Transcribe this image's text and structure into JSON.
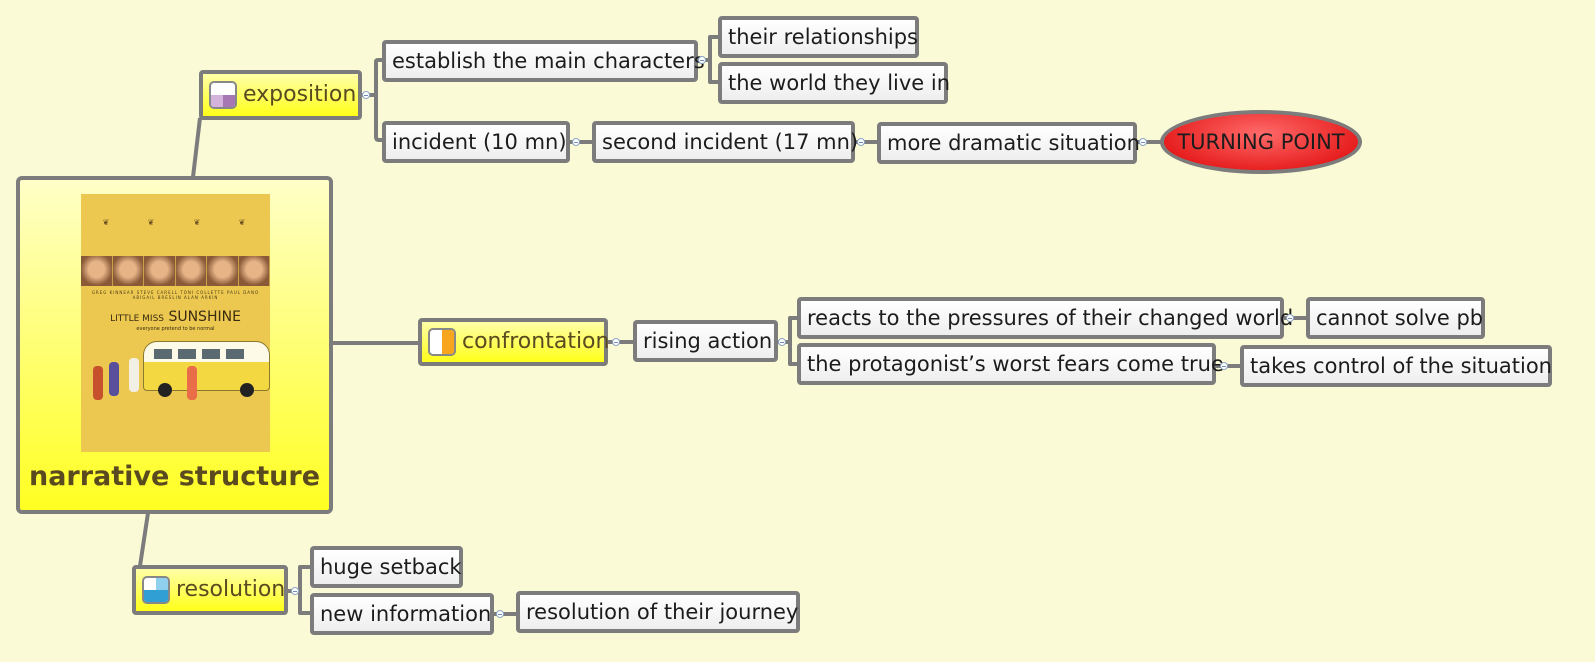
{
  "central": {
    "title": "narrative structure",
    "poster": {
      "title_small": "LITTLE MISS",
      "title_big": "SUNSHINE",
      "tagline": "everyone pretend to be normal",
      "cast": [
        "GREG KINNEAR",
        "STEVE CARELL",
        "TONI COLLETTE",
        "PAUL DANO",
        "ABIGAIL BRESLIN",
        "ALAN ARKIN"
      ]
    }
  },
  "exposition": {
    "label": "exposition",
    "marker": "quarter-progress-icon",
    "establish": "establish the main characters",
    "relationships": "their relationships",
    "world": "the world they live in",
    "incident": "incident (10 mn)",
    "second_incident": "second incident (17 mn)",
    "dramatic": "more dramatic situation",
    "turning_point": "TURNING POINT"
  },
  "confrontation": {
    "label": "confrontation",
    "marker": "half-progress-icon",
    "rising": "rising action",
    "reacts": "reacts to the pressures of their changed world",
    "cannot_solve": "cannot solve pb",
    "fears": "the protagonist’s worst fears come true",
    "takes_control": "takes control of the situation"
  },
  "resolution": {
    "label": "resolution",
    "marker": "three-quarter-progress-icon",
    "setback": "huge setback",
    "new_info": "new information",
    "journey": "resolution of their journey"
  },
  "colors": {
    "background": "#fbfad6",
    "border": "#7c7c7c",
    "main_topic_fill": "#ffff1a",
    "turning_point_fill": "#e61c1c"
  }
}
